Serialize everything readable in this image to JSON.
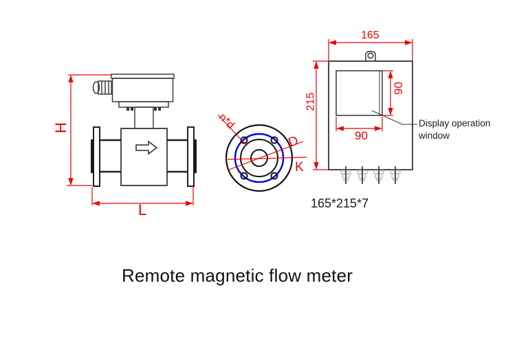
{
  "title": "Remote magnetic flow meter",
  "colors": {
    "dimension_red": "#ee0000",
    "line_dark": "#333333",
    "bolt_circle_blue": "#0000dd",
    "gland_gray": "#f0f0f0"
  },
  "side_view": {
    "dim_h": "H",
    "dim_l": "L"
  },
  "flange_view": {
    "bolt_label": "n*d",
    "diameter_label": "D",
    "bolt_circle_label": "K"
  },
  "display_unit": {
    "width_dim": "165",
    "height_dim": "215",
    "window_height_dim": "90",
    "window_width_dim": "90",
    "callout_line1": "Display operation",
    "callout_line2": "window",
    "size_spec": "165*215*7"
  }
}
